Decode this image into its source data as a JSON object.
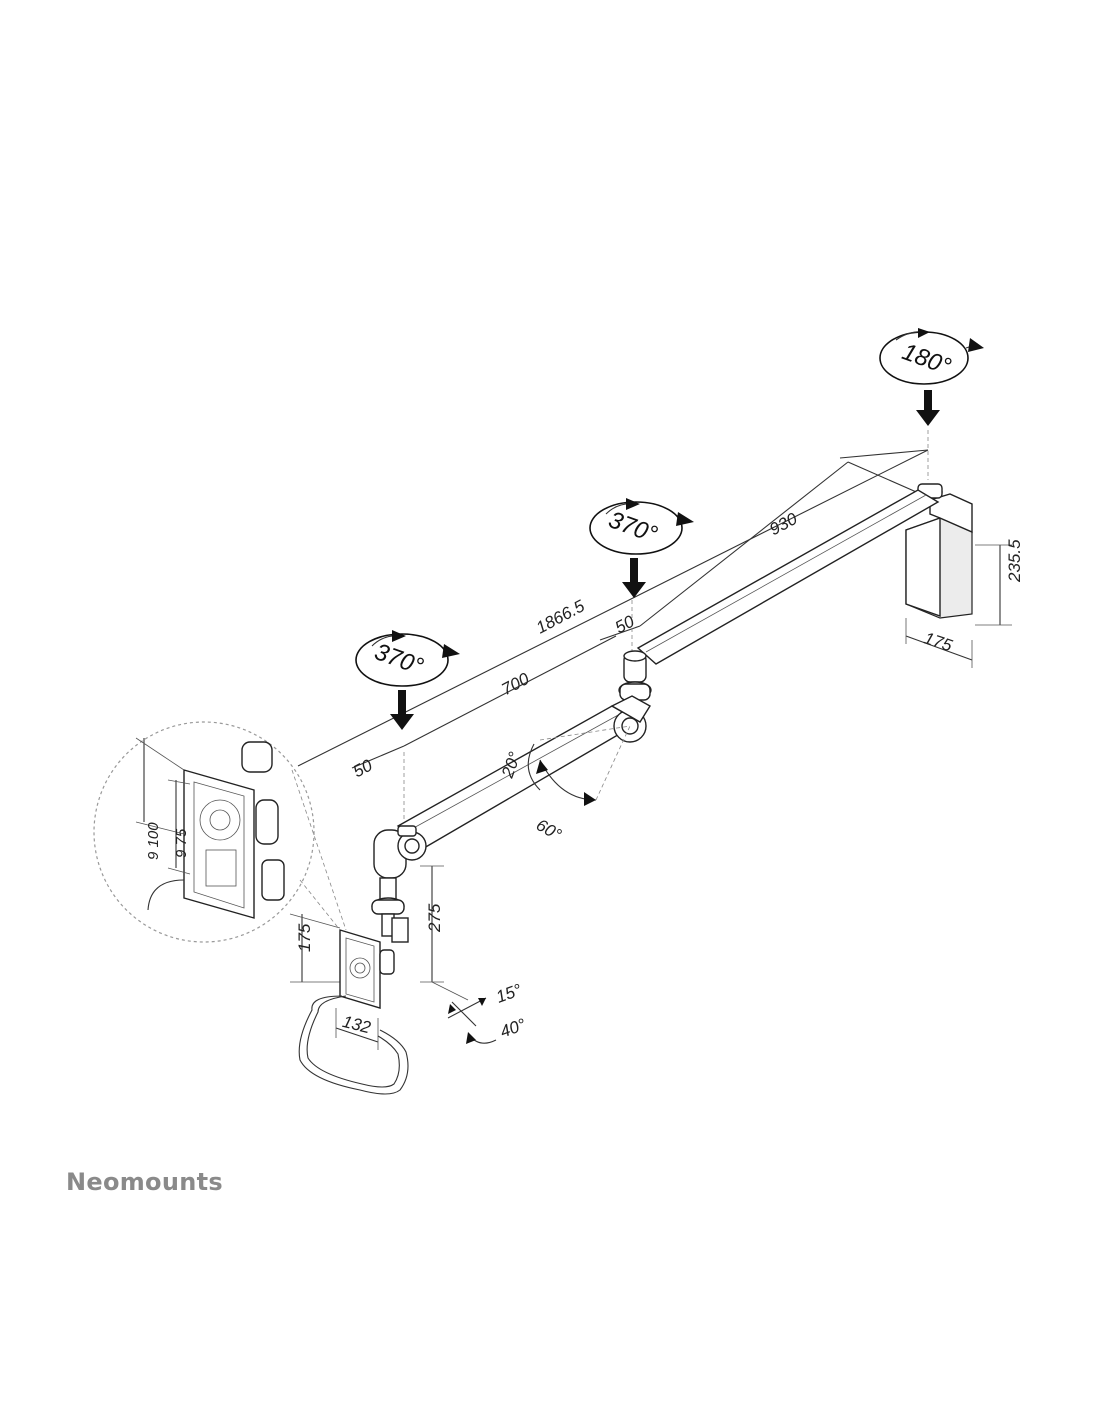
{
  "rotations": {
    "wall_pivot": "180°",
    "middle_pivot": "370°",
    "front_pivot": "370°"
  },
  "dimensions": {
    "total_reach": "1866.5",
    "upper_arm": "930",
    "lower_arm": "700",
    "offset_rear": "50",
    "offset_front": "50",
    "bracket_height": "235.5",
    "bracket_width": "175",
    "column_height": "275",
    "plate_height": "175",
    "plate_width": "132",
    "vesa_large": "9 100",
    "vesa_small": "9 75"
  },
  "angles": {
    "arm_up": "20°",
    "arm_down": "60°",
    "tilt": "15°",
    "swivel": "40°"
  },
  "brand": "Neomounts"
}
